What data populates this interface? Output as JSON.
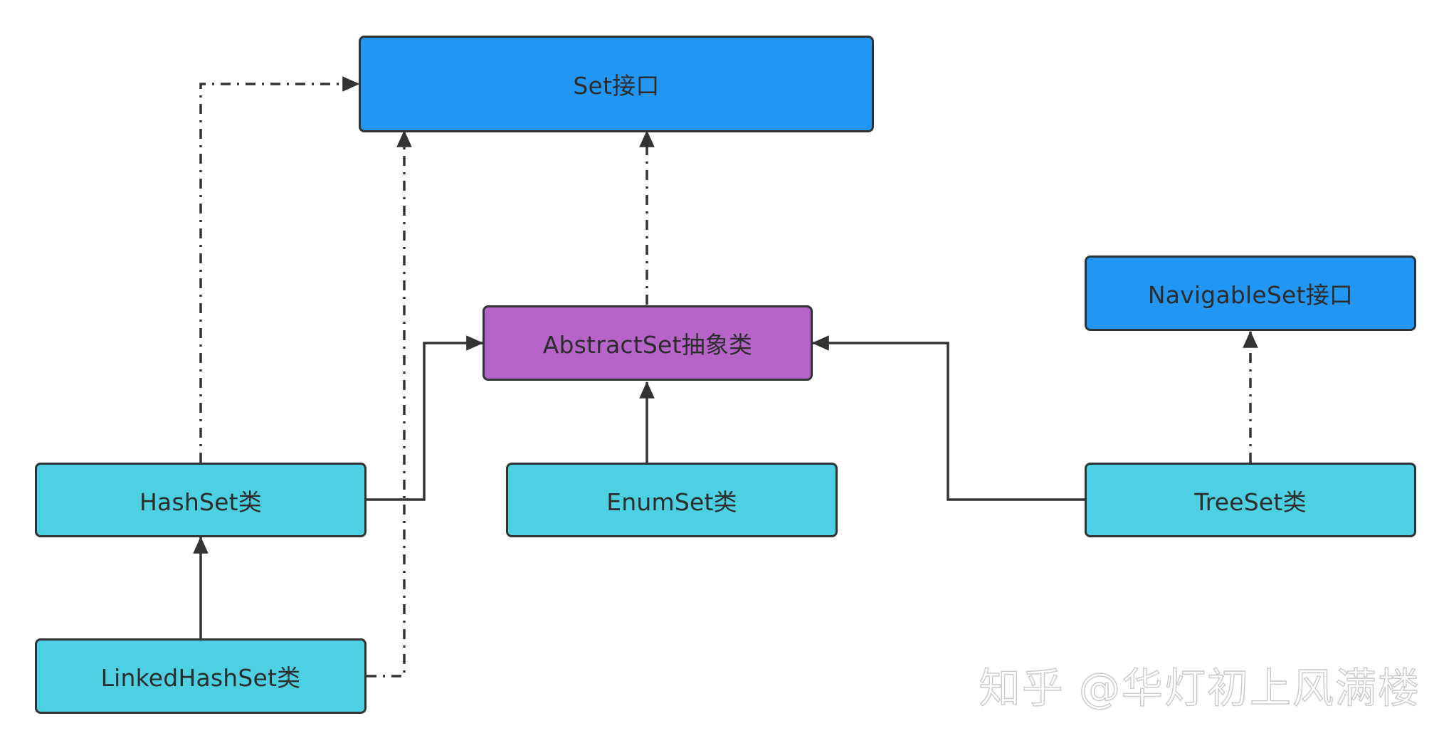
{
  "nodes": {
    "set_interface": "Set接口",
    "navigableset_interface": "NavigableSet接口",
    "abstractset": "AbstractSet抽象类",
    "hashset": "HashSet类",
    "enumset": "EnumSet类",
    "treeset": "TreeSet类",
    "linkedhashset": "LinkedHashSet类"
  },
  "relations": [
    {
      "from": "HashSet类",
      "to": "Set接口",
      "style": "dash-dot"
    },
    {
      "from": "LinkedHashSet类",
      "to": "Set接口",
      "style": "dash-dot"
    },
    {
      "from": "AbstractSet抽象类",
      "to": "Set接口",
      "style": "dash-dot"
    },
    {
      "from": "HashSet类",
      "to": "AbstractSet抽象类",
      "style": "solid"
    },
    {
      "from": "EnumSet类",
      "to": "AbstractSet抽象类",
      "style": "solid"
    },
    {
      "from": "TreeSet类",
      "to": "AbstractSet抽象类",
      "style": "solid"
    },
    {
      "from": "TreeSet类",
      "to": "NavigableSet接口",
      "style": "dash-dot"
    },
    {
      "from": "LinkedHashSet类",
      "to": "HashSet类",
      "style": "solid"
    }
  ],
  "colors": {
    "interface": "#2196f3",
    "abstract_class": "#b664c8",
    "class": "#4dd0e1",
    "border": "#2f3336",
    "edge": "#333333"
  },
  "watermark": "知乎 @华灯初上风满楼"
}
